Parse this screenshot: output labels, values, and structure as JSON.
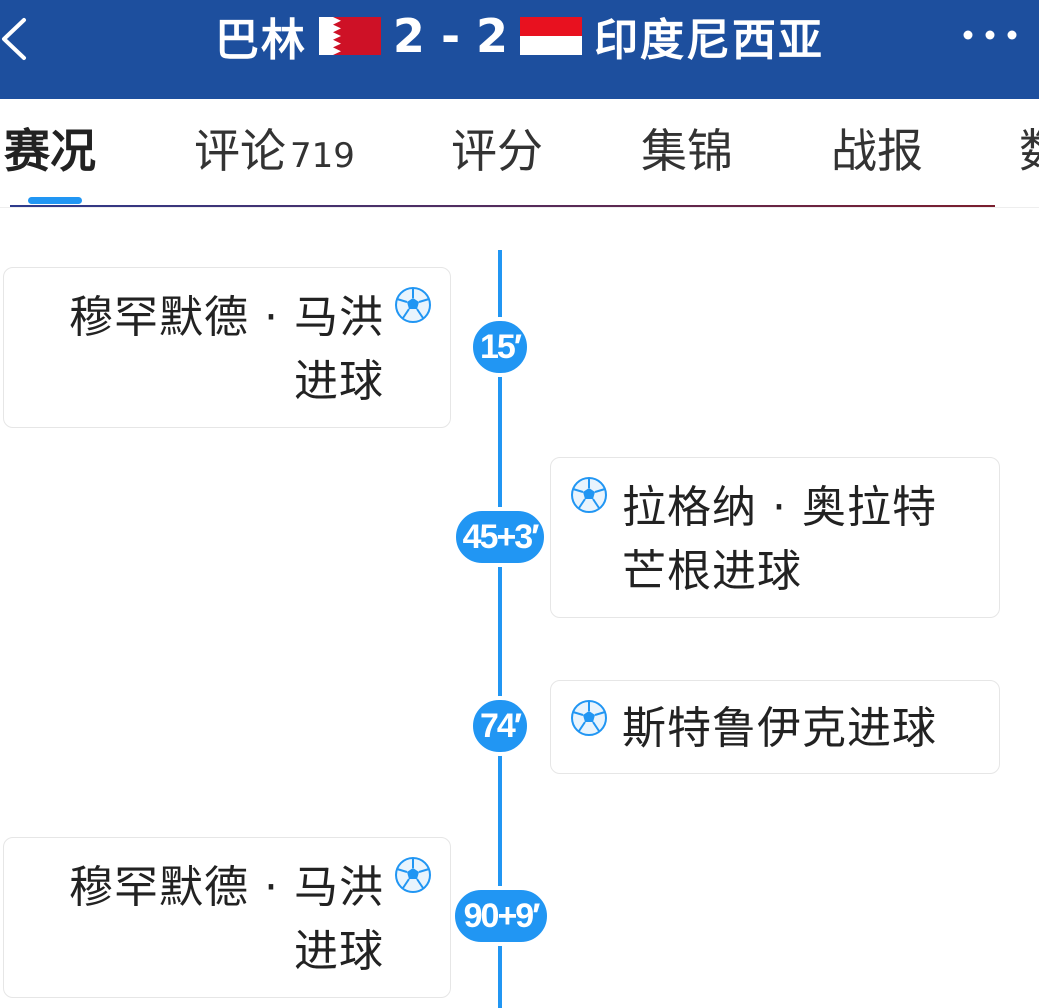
{
  "header": {
    "home_team": "巴林",
    "score": "2 - 2",
    "away_team": "印度尼西亚",
    "home_flag_colors": [
      "#ffffff",
      "#ce1126"
    ],
    "away_flag_colors": [
      "#e8111f",
      "#ffffff"
    ],
    "back_icon": "chevron-left-icon",
    "more_icon": "more-dots-icon"
  },
  "tabs": [
    {
      "label": "赛况",
      "active": true
    },
    {
      "label": "评论",
      "count": "719"
    },
    {
      "label": "评分"
    },
    {
      "label": "集锦"
    },
    {
      "label": "战报"
    },
    {
      "label": "数"
    }
  ],
  "accent_color": "#2196f3",
  "events": [
    {
      "minute": "15′",
      "side": "home",
      "line1": "穆罕默德 · 马洪",
      "line2": "进球",
      "icon": "soccer-ball-icon"
    },
    {
      "minute": "45+3′",
      "side": "away",
      "line1": "拉格纳 · 奥拉特",
      "line2": "芒根进球",
      "icon": "soccer-ball-icon"
    },
    {
      "minute": "74′",
      "side": "away",
      "line1": "斯特鲁伊克进球",
      "icon": "soccer-ball-icon"
    },
    {
      "minute": "90+9′",
      "side": "home",
      "line1": "穆罕默德 · 马洪",
      "line2": "进球",
      "icon": "soccer-ball-icon"
    }
  ]
}
